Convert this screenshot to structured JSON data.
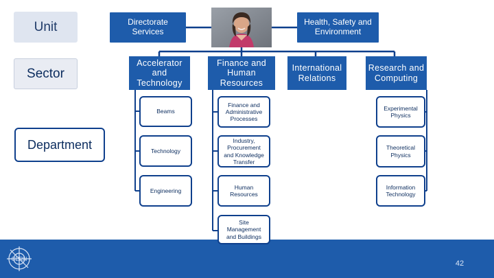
{
  "legend": {
    "unit": "Unit",
    "sector": "Sector",
    "department": "Department"
  },
  "top_row": {
    "left": "Directorate Services",
    "right": "Health, Safety and Environment"
  },
  "sectors": [
    "Accelerator and Technology",
    "Finance and Human Resources",
    "International Relations",
    "Research and Computing"
  ],
  "departments": {
    "accelerator": [
      "Beams",
      "Technology",
      "Engineering"
    ],
    "finance": [
      "Finance and Administrative Processes",
      "Industry, Procurement and Knowledge Transfer",
      "Human Resources",
      "Site Management and Buildings"
    ],
    "research": [
      "Experimental Physics",
      "Theoretical Physics",
      "Information Technology"
    ]
  },
  "logo_text": "CERN",
  "page_number": "42",
  "colors": {
    "primary_blue": "#1e5cab",
    "dark_navy": "#0e3f8c",
    "footer_blue": "#1e5cab"
  }
}
